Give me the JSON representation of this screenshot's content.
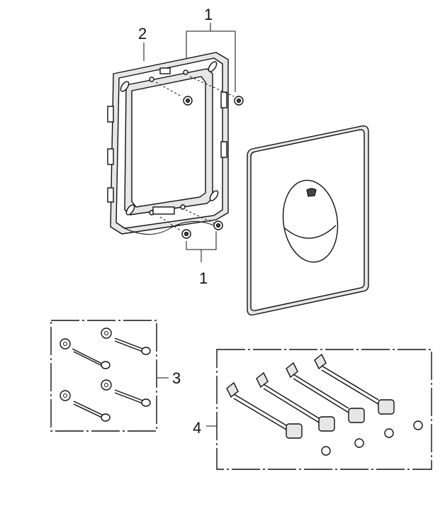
{
  "callouts": {
    "screws_top": "1",
    "frame": "2",
    "screws_bottom": "1",
    "wall_screws_set": "3",
    "threaded_rods_set": "4"
  }
}
